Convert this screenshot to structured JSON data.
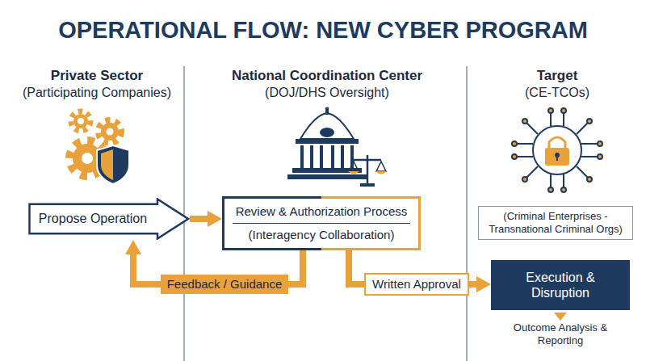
{
  "diagram": {
    "title": "OPERATIONAL FLOW: NEW CYBER PROGRAM",
    "nodes": [
      {
        "text": [
          "Propose Operation"
        ]
      },
      {
        "text": [
          "Review & Authorization Process",
          "(Interagency Collaboration)"
        ]
      },
      {
        "text": [
          "(Criminal Enterprises - Transnational Criminal Orgs)"
        ]
      },
      {
        "text": [
          "Execution & Disruption"
        ]
      }
    ],
    "edges": [
      {
        "from": 0,
        "to": 1,
        "arrow": "to"
      },
      {
        "from": 1,
        "to": 0,
        "label": "Feedback / Guidance",
        "arrow": "to"
      },
      {
        "from": 1,
        "to": 3,
        "label": "Written Approval",
        "arrow": "to"
      }
    ],
    "labels": [
      "Private Sector",
      "(Participating Companies)",
      "National Coordination Center",
      "(DOJ/DHS Oversight)",
      "Target",
      "(CE-TCOs)",
      "Outcome Analysis & Reporting"
    ]
  }
}
